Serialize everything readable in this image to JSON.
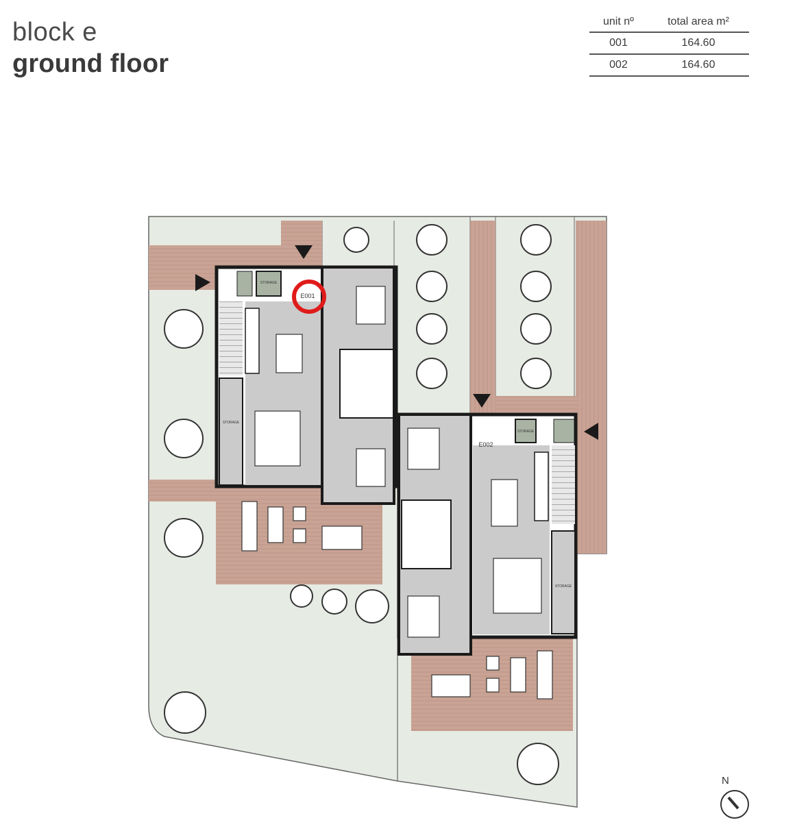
{
  "title": {
    "line1": "block e",
    "line2": "ground floor"
  },
  "area_table": {
    "headers": {
      "unit": "unit nº",
      "area": "total area m²"
    },
    "rows": [
      {
        "unit": "001",
        "area": "164.60"
      },
      {
        "unit": "002",
        "area": "164.60"
      }
    ]
  },
  "plan": {
    "unit_labels": {
      "e001": "E001",
      "e002": "E002"
    },
    "room_labels": {
      "storage_top_left": "STORAGE",
      "storage_side_left": "STORAGE",
      "storage_top_right": "STORAGE",
      "storage_side_right": "STORAGE"
    },
    "highlight": {
      "unit": "E001",
      "color": "#e01b1b"
    },
    "colors": {
      "garden": "#e6ebe3",
      "terrace": "#c9a395",
      "interior": "#cbcbcb",
      "walls": "#1a1a1a",
      "storage": "#a8b3a4"
    }
  },
  "compass": {
    "label": "N"
  }
}
